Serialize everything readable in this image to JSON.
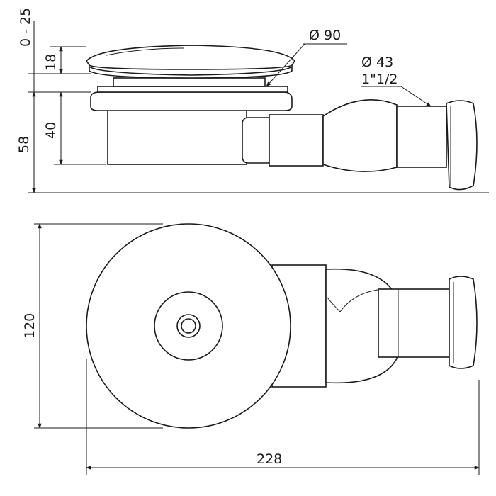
{
  "dimensions": {
    "adjust_range": "0 - 25",
    "height_18": "18",
    "height_40": "40",
    "height_58": "58",
    "diameter_90": "Ø 90",
    "diameter_43": "Ø 43",
    "thread": "1\"1/2",
    "width_120": "120",
    "length_228": "228"
  },
  "colors": {
    "line": "#1a1a1a",
    "background": "#ffffff",
    "shade": "#d9d9d9"
  }
}
